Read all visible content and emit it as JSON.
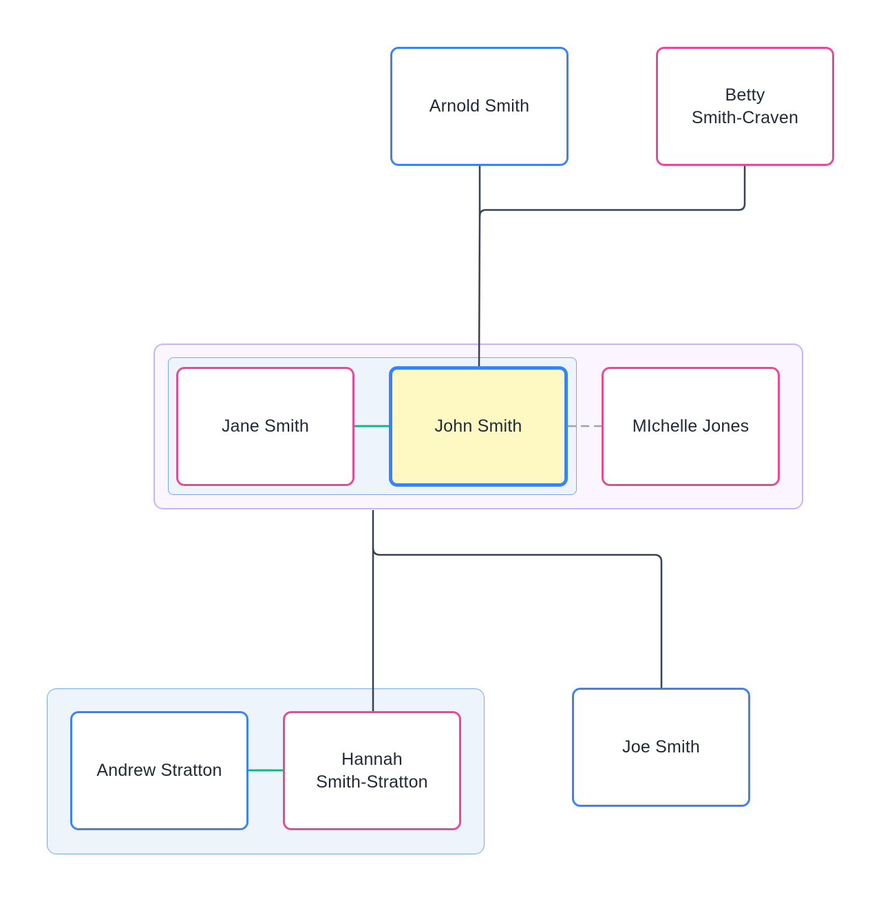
{
  "people": {
    "arnold": {
      "name": "Arnold Smith",
      "gender": "male"
    },
    "betty": {
      "name": "Betty\nSmith-Craven",
      "gender": "female"
    },
    "jane": {
      "name": "Jane Smith",
      "gender": "female"
    },
    "john": {
      "name": "John Smith",
      "gender": "male",
      "highlighted": true
    },
    "michelle": {
      "name": "MIchelle Jones",
      "gender": "female"
    },
    "andrew": {
      "name": "Andrew Stratton",
      "gender": "male"
    },
    "hannah": {
      "name": "Hannah\nSmith-Stratton",
      "gender": "female"
    },
    "joe": {
      "name": "Joe Smith",
      "gender": "male"
    }
  },
  "relationships": [
    {
      "type": "parent-child",
      "parents": [
        "arnold",
        "betty"
      ],
      "child": "john"
    },
    {
      "type": "married",
      "a": "jane",
      "b": "john"
    },
    {
      "type": "former-partner",
      "a": "john",
      "b": "michelle"
    },
    {
      "type": "parent-child",
      "parents": [
        "jane",
        "john"
      ],
      "children": [
        "hannah",
        "joe"
      ]
    },
    {
      "type": "married",
      "a": "andrew",
      "b": "hannah"
    }
  ],
  "colors": {
    "male_border": "#3b82f6",
    "female_border": "#ec4899",
    "focus_fill": "#fef9c3",
    "married_line": "#10b981",
    "former_partner_line": "#9ca3af",
    "lineage_line": "#374151",
    "family_group_border": "#c4b5fd",
    "couple_group_border": "#7aa7ec"
  }
}
